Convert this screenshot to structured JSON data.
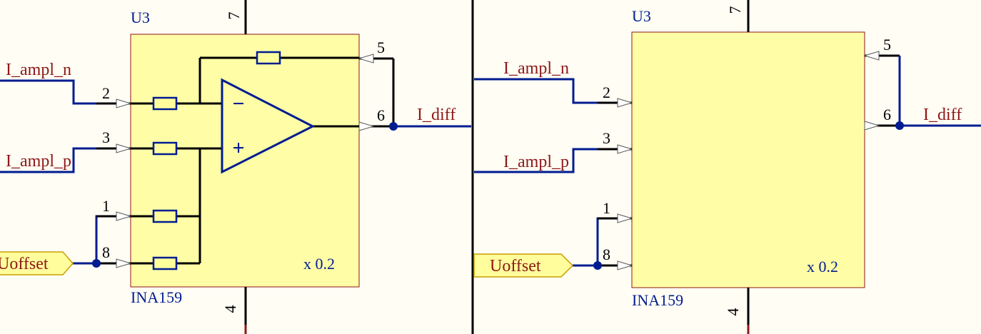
{
  "panels": {
    "left": {
      "ref": "U3",
      "part": "INA159",
      "gain": "x 0.2",
      "pins": {
        "p7": "7",
        "p5": "5",
        "p2": "2",
        "p3": "3",
        "p6": "6",
        "p1": "1",
        "p8": "8",
        "p4": "4"
      },
      "nets": {
        "n": "I_ampl_n",
        "p": "I_ampl_p",
        "diff": "I_diff"
      },
      "port": "Uoffset"
    },
    "right": {
      "ref": "U3",
      "part": "INA159",
      "gain": "x 0.2",
      "pins": {
        "p7": "7",
        "p5": "5",
        "p2": "2",
        "p3": "3",
        "p6": "6",
        "p1": "1",
        "p8": "8",
        "p4": "4"
      },
      "nets": {
        "n": "I_ampl_n",
        "p": "I_ampl_p",
        "diff": "I_diff"
      },
      "port": "Uoffset"
    }
  },
  "opamp": {
    "minus": "−",
    "plus": "+"
  },
  "colors": {
    "wire": "#000000",
    "net": "#001c91",
    "body": "#fffea6",
    "label": "#8e1717",
    "background": "#fffdf4"
  }
}
